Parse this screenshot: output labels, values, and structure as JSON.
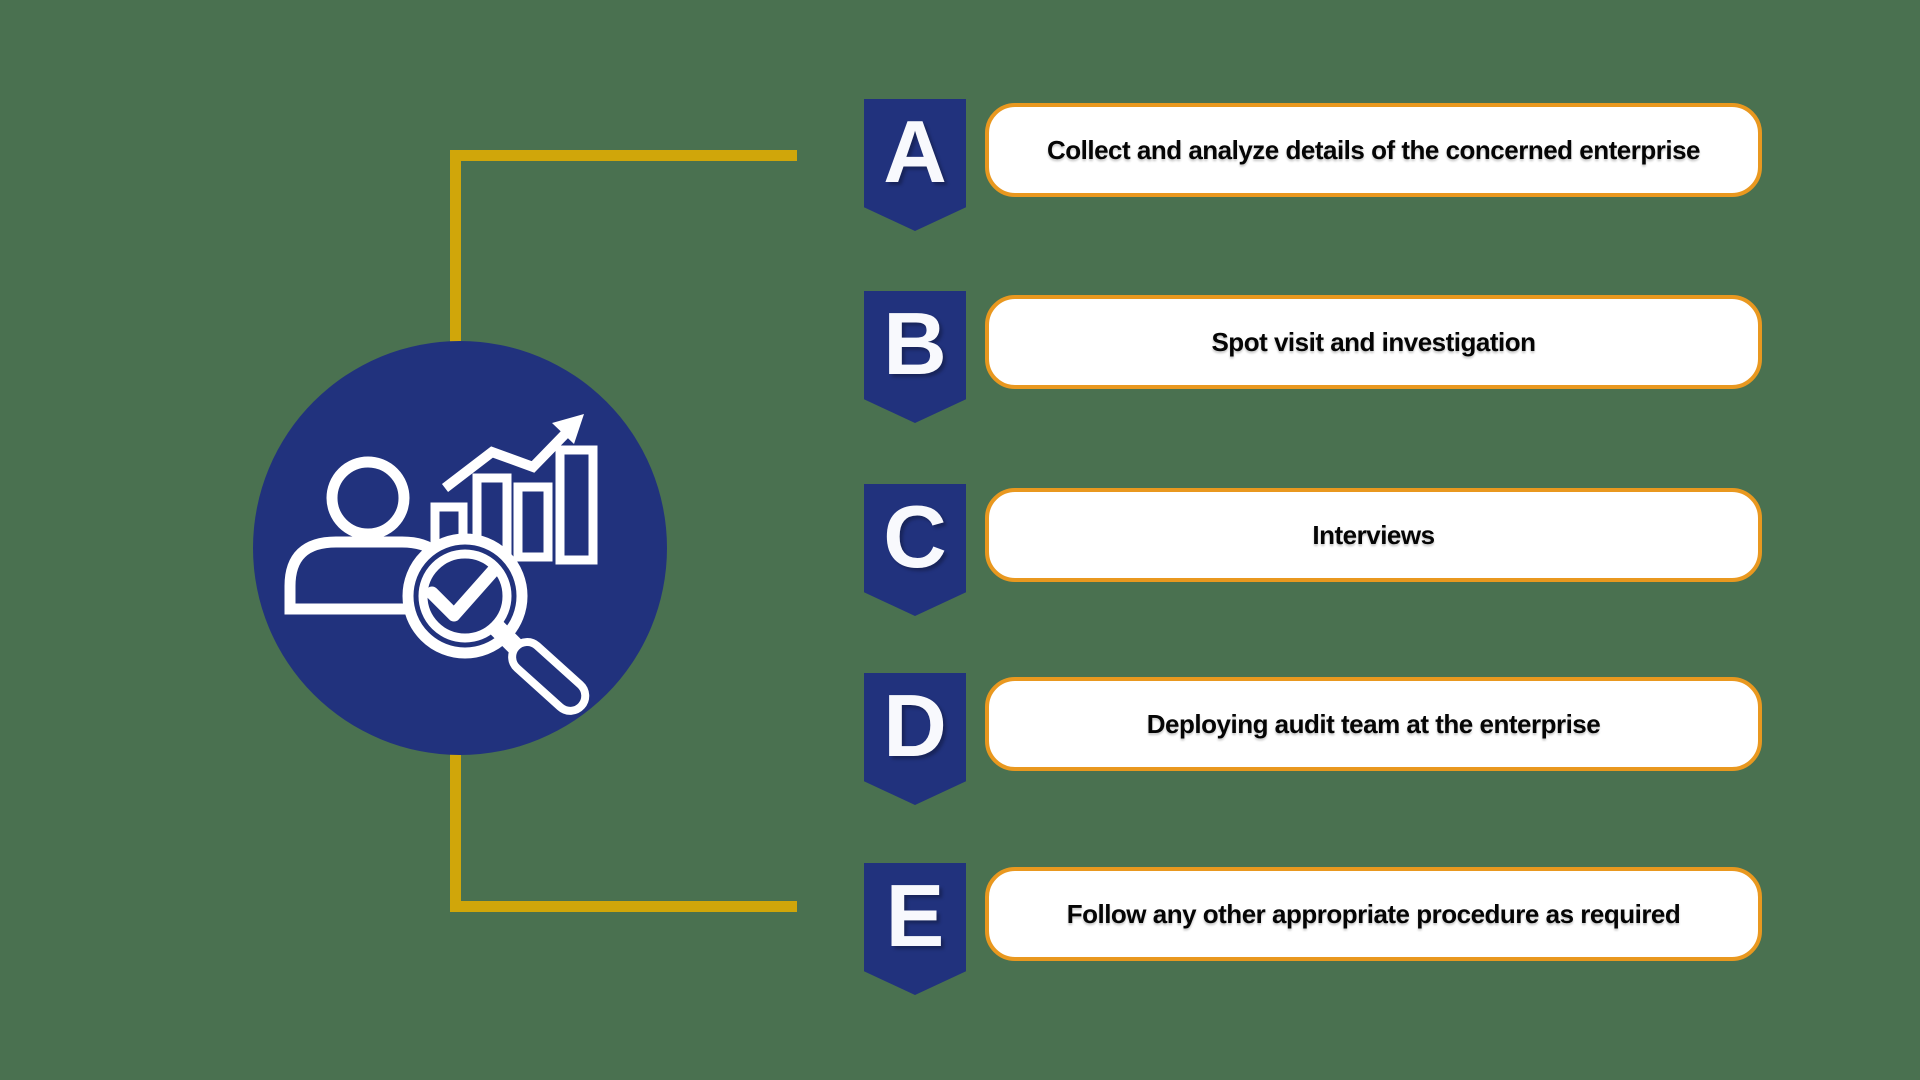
{
  "diagram": {
    "type": "process-infographic",
    "colors": {
      "background_green": "#4A7150",
      "navy": "#21327D",
      "box_border_orange": "#E9981F",
      "connector_gold": "#D0A60A",
      "box_background": "#FFFFFF",
      "step_text_color": "#050505",
      "badge_letter_color": "#F8F9FD",
      "icon_stroke": "#FFFFFF"
    },
    "center_icon": {
      "name": "audit-analysis-icon",
      "description": "person with growth bar chart, rising trend arrow, and magnifying glass containing a checkmark"
    },
    "steps": [
      {
        "letter": "A",
        "text": "Collect and analyze details of the concerned enterprise"
      },
      {
        "letter": "B",
        "text": "Spot visit and investigation"
      },
      {
        "letter": "C",
        "text": "Interviews"
      },
      {
        "letter": "D",
        "text": "Deploying audit team at the enterprise"
      },
      {
        "letter": "E",
        "text": "Follow any other appropriate procedure as required"
      }
    ]
  }
}
